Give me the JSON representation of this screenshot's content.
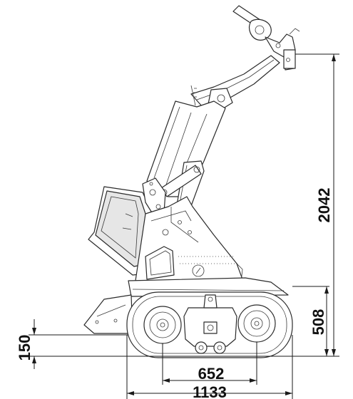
{
  "drawing": {
    "subject": "tracked mini loader side view",
    "dimensions": {
      "height": "2042",
      "track_height": "508",
      "ground_clearance": "150",
      "wheelbase": "652",
      "track_length": "1133"
    }
  }
}
